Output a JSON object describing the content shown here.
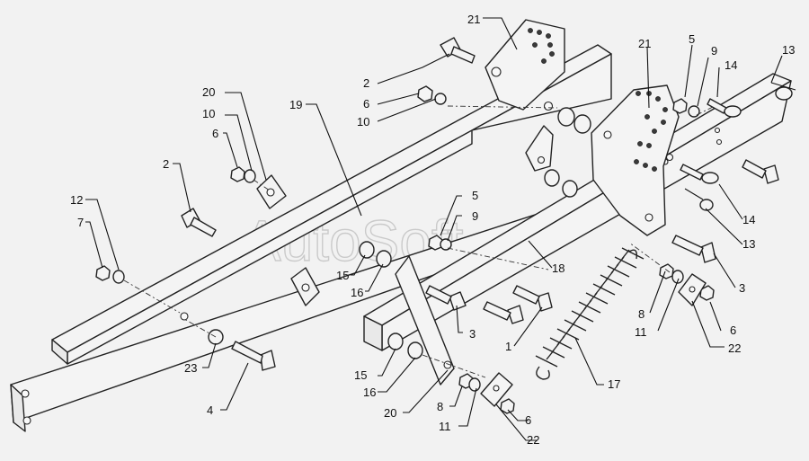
{
  "watermark": "AutoSoft",
  "callouts": {
    "c21a": "21",
    "c21b": "21",
    "c5a": "5",
    "c9a": "9",
    "c14a": "14",
    "c13a": "13",
    "c2a": "2",
    "c6a": "6",
    "c10a": "10",
    "c20a": "20",
    "c10b": "10",
    "c19": "19",
    "c6b": "6",
    "c2b": "2",
    "c12": "12",
    "c7": "7",
    "c14b": "14",
    "c13b": "13",
    "c5b": "5",
    "c9b": "9",
    "c18": "18",
    "c15a": "15",
    "c16a": "16",
    "c3a": "3",
    "c8a": "8",
    "c11a": "11",
    "c6c": "6",
    "c22a": "22",
    "c3b": "3",
    "c1": "1",
    "c23": "23",
    "c4": "4",
    "c15b": "15",
    "c16b": "16",
    "c20b": "20",
    "c17": "17",
    "c8b": "8",
    "c11b": "11",
    "c6d": "6",
    "c22b": "22"
  },
  "colors": {
    "line": "#222222",
    "background": "#f2f2f2",
    "watermark": "#bdbdbd"
  },
  "icons": [
    "bolt-icon",
    "washer-icon",
    "nut-icon",
    "bushing-icon",
    "pin-icon",
    "spring-icon",
    "plate-icon"
  ]
}
